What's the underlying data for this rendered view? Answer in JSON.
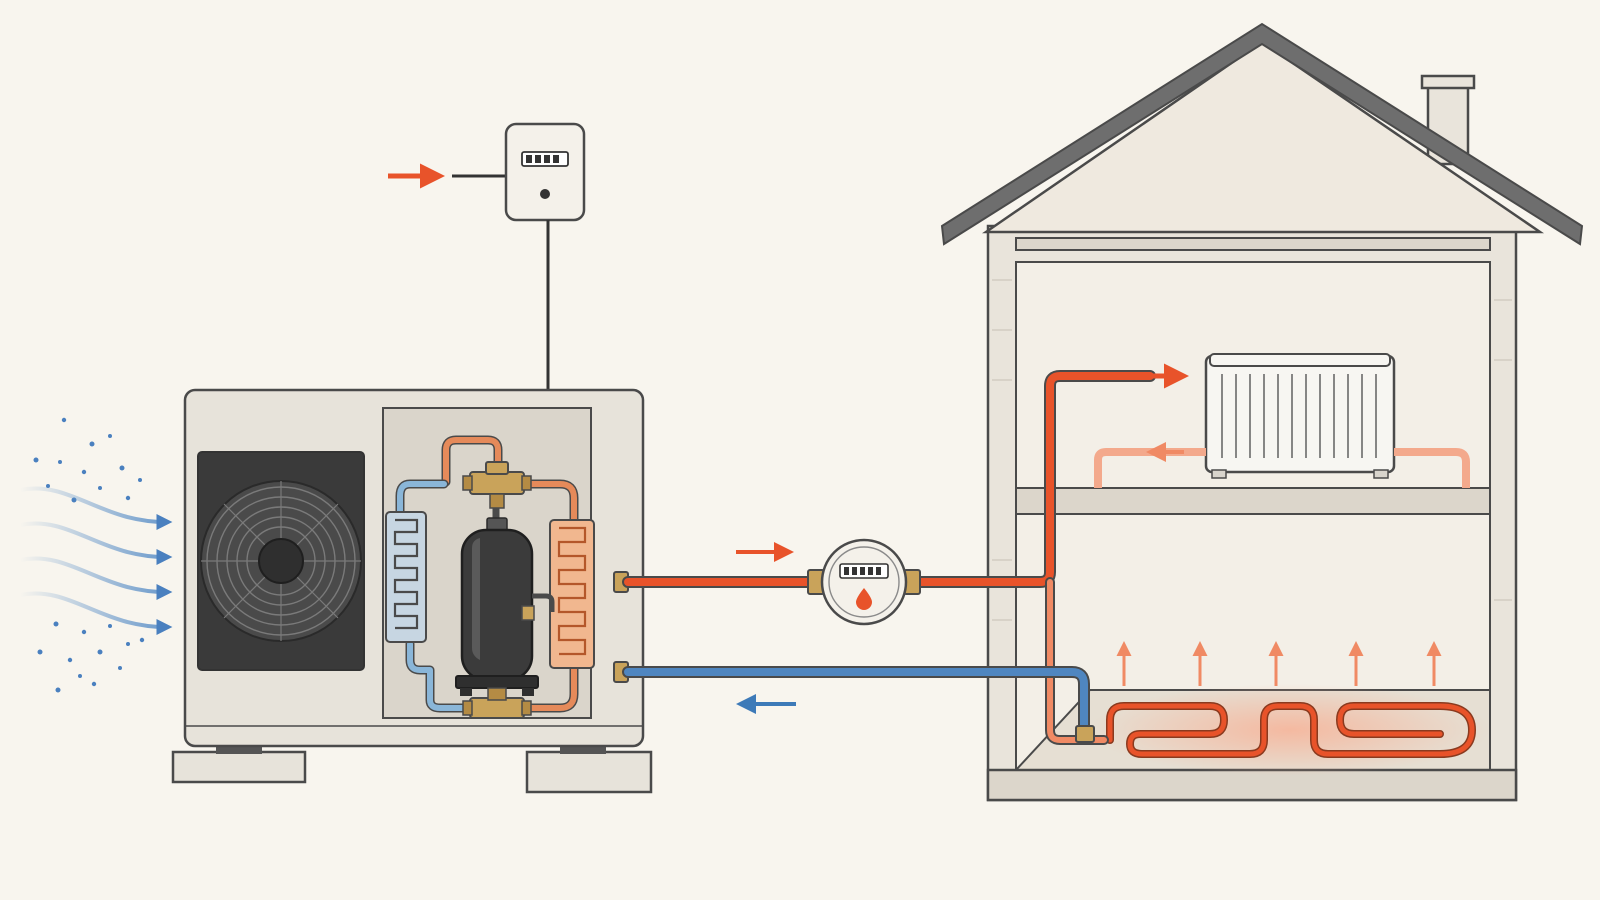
{
  "colors": {
    "background": "#f8f5ee",
    "outline": "#4a4a4a",
    "hot": "#e8532a",
    "hot_light": "#f3a98c",
    "cold": "#3d7ab8",
    "air_cold": "#5b8fc7",
    "unit_body": "#e7e3da",
    "house_wall": "#e9e4db",
    "roof": "#6e6e6e",
    "brass": "#c9a35a",
    "copper": "#e58a5a",
    "compressor": "#3b3b3b"
  },
  "icons": {
    "electric_meter": "electric-meter-icon",
    "heat_meter": "heat-meter-icon",
    "fan": "fan-icon",
    "compressor": "compressor-icon",
    "radiator": "radiator-icon",
    "underfloor": "underfloor-heating-icon"
  },
  "flow": {
    "electric_supply": "in",
    "supply_water": "hot",
    "return_water": "cold",
    "outside_air": "in"
  }
}
